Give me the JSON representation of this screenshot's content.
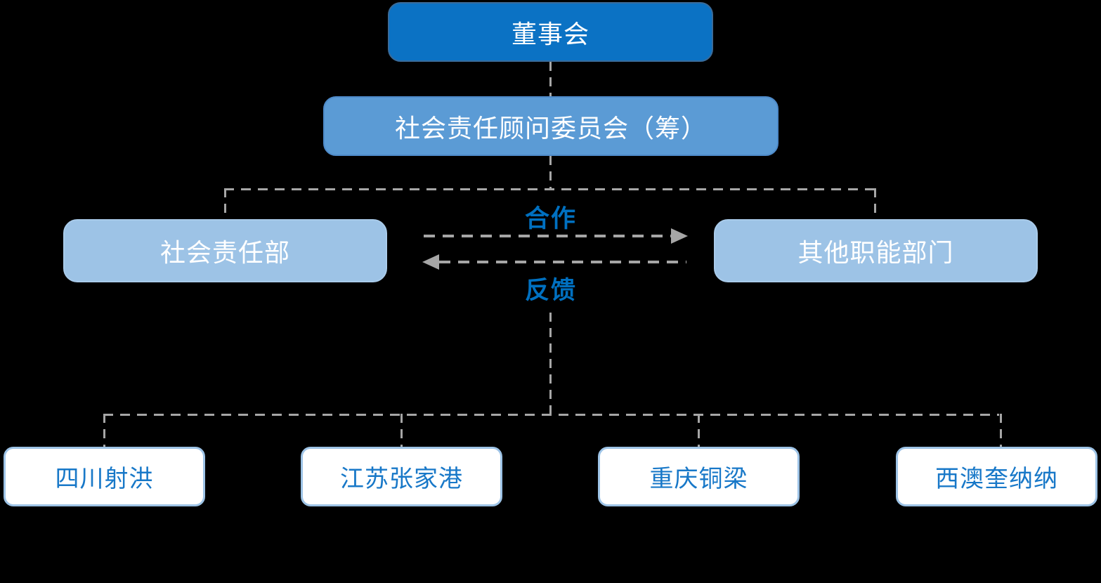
{
  "diagram": {
    "type": "org-chart",
    "background": "#000000",
    "levels": {
      "level1": {
        "label": "董事会"
      },
      "level2": {
        "label": "社会责任顾问委员会（筹）"
      },
      "level3": {
        "left": {
          "label": "社会责任部"
        },
        "right": {
          "label": "其他职能部门"
        }
      },
      "level4": [
        {
          "label": "四川射洪"
        },
        {
          "label": "江苏张家港"
        },
        {
          "label": "重庆铜梁"
        },
        {
          "label": "西澳奎纳纳"
        }
      ]
    },
    "edges": {
      "cooperation_label": "合作",
      "feedback_label": "反馈"
    },
    "colors": {
      "level1_fill": "#0b72c4",
      "level1_border": "#3a6b99",
      "level2_fill": "#5b9bd5",
      "level3_fill": "#9dc3e6",
      "level4_fill": "#ffffff",
      "level4_border": "#9dc3e6",
      "level4_text": "#1878c8",
      "node_text": "#ffffff",
      "edge_label_text": "#0070c0",
      "connector": "#a6a6a6"
    }
  }
}
